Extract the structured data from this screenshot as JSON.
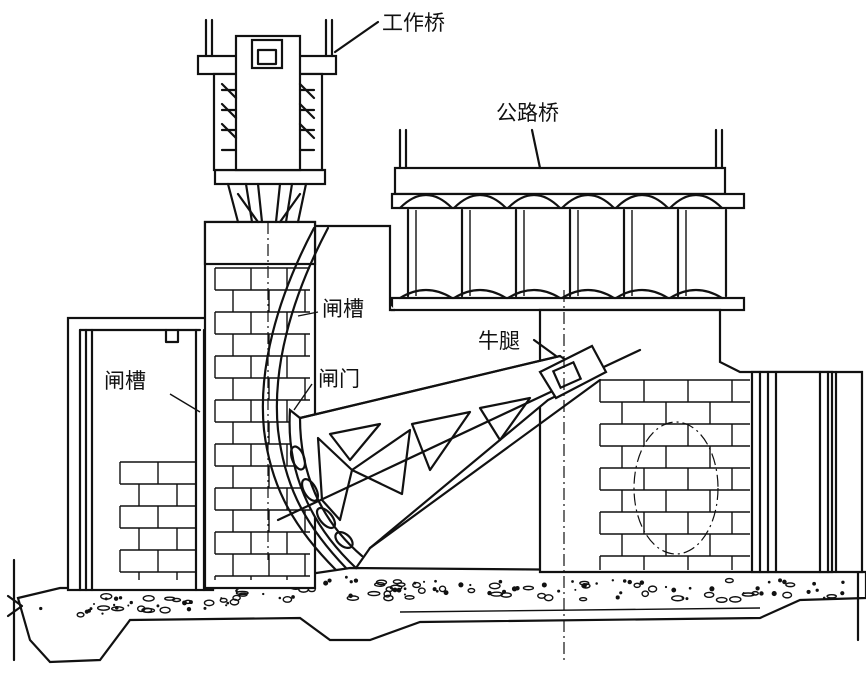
{
  "labels": {
    "work_bridge": "工作桥",
    "highway_bridge": "公路桥",
    "gate_slot_right": "闸槽",
    "gate_slot_left": "闸槽",
    "gate": "闸门",
    "corbel": "牛腿"
  }
}
